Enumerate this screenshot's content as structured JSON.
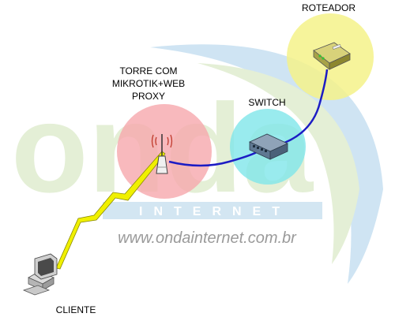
{
  "watermark": {
    "logo_word": "onda",
    "band_text": "INTERNET",
    "url": "www.ondainternet.com.br"
  },
  "colors": {
    "router_circle": "#f4f28a",
    "switch_circle": "#7fe6ea",
    "tower_circle": "#f6a7ad",
    "cable": "#1c1cc4",
    "lightning": "#f0f000",
    "swoosh_blue": "#cfe4f3",
    "swoosh_green": "#e4efd6"
  },
  "nodes": {
    "router": {
      "label": "ROTEADOR",
      "icon": "router-icon"
    },
    "switch": {
      "label": "SWITCH",
      "icon": "switch-icon"
    },
    "tower": {
      "label_lines": [
        "TORRE COM",
        "MIKROTIK+WEB",
        "PROXY"
      ],
      "icon": "antenna-tower-icon"
    },
    "client": {
      "label": "CLIENTE",
      "icon": "desktop-computer-icon"
    }
  }
}
